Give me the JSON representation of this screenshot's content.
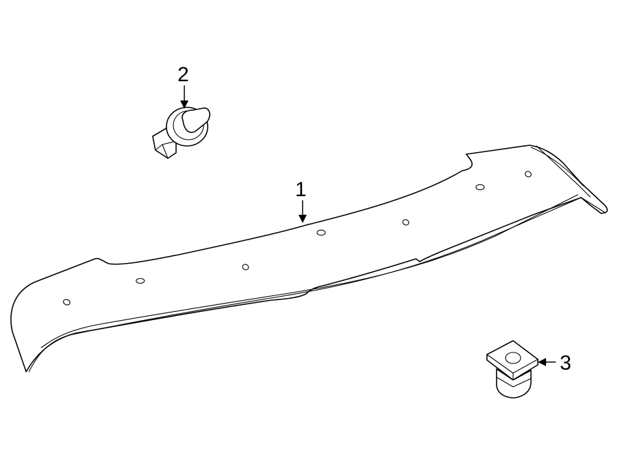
{
  "callouts": [
    {
      "id": "1",
      "label": "1"
    },
    {
      "id": "2",
      "label": "2"
    },
    {
      "id": "3",
      "label": "3"
    }
  ],
  "colors": {
    "line": "#000000",
    "background": "#ffffff",
    "part_fill": "#ffffff"
  }
}
